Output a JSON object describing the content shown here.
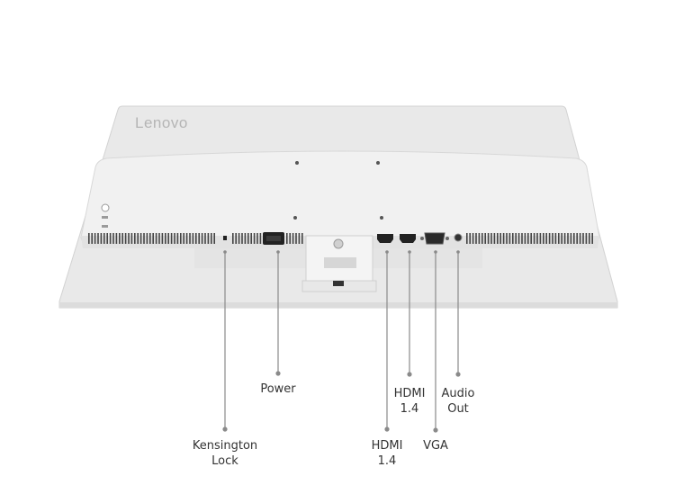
{
  "brand": {
    "logo_text": "Lenovo"
  },
  "colors": {
    "monitor_body": "#e6e6e6",
    "monitor_edge": "#cfcfcf",
    "vents": "#444444",
    "leader_line": "#8a8a8a",
    "label_text": "#333333"
  },
  "ports": [
    {
      "id": "kensington-lock",
      "lines": [
        "Kensington",
        "Lock"
      ]
    },
    {
      "id": "power",
      "lines": [
        "Power"
      ]
    },
    {
      "id": "hdmi-1",
      "lines": [
        "HDMI",
        "1.4"
      ]
    },
    {
      "id": "hdmi-2",
      "lines": [
        "HDMI",
        "1.4"
      ]
    },
    {
      "id": "vga",
      "lines": [
        "VGA"
      ]
    },
    {
      "id": "audio-out",
      "lines": [
        "Audio",
        "Out"
      ]
    }
  ]
}
